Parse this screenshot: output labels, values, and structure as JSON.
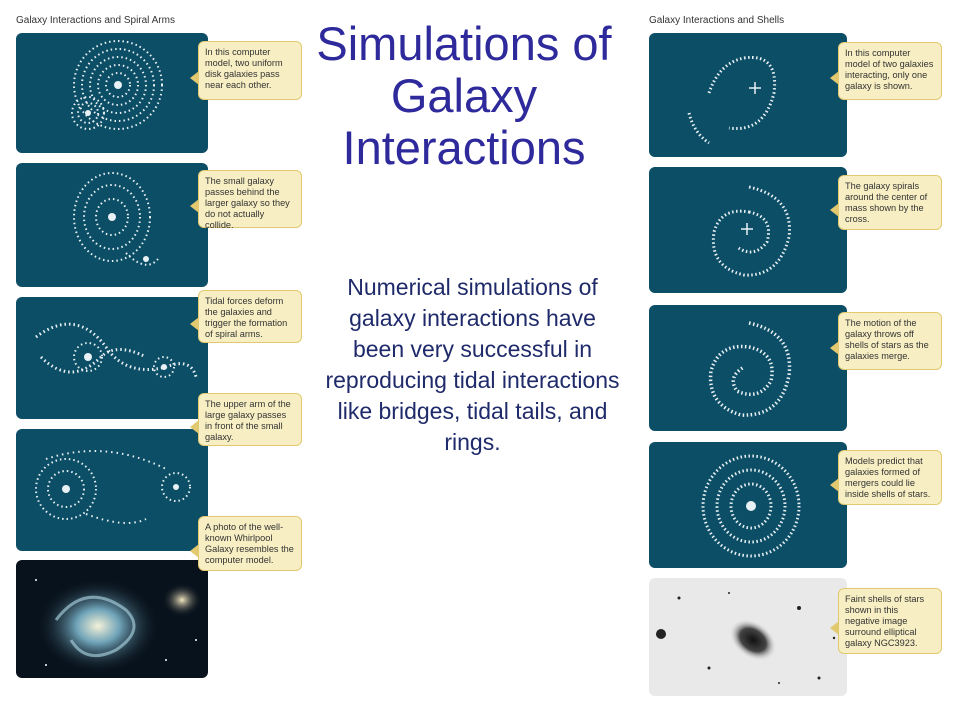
{
  "main_title": "Simulations of Galaxy Interactions",
  "body_text": "Numerical simulations of galaxy interactions have been very successful in reproducing tidal interactions like bridges, tidal tails, and rings.",
  "left_figure": {
    "title": "Galaxy Interactions and Spiral Arms",
    "captions": [
      "In this computer model, two uniform disk galaxies pass near each other.",
      "The small galaxy passes behind the larger galaxy so they do not actually collide.",
      "Tidal forces deform the galaxies and trigger the formation of spiral arms.",
      "The upper arm of the large galaxy passes in front of the small galaxy.",
      "A photo of the well-known Whirlpool Galaxy resembles the computer model."
    ]
  },
  "right_figure": {
    "title": "Galaxy Interactions and Shells",
    "captions": [
      "In this computer model of two galaxies interacting, only one galaxy is shown.",
      "The galaxy spirals around the center of mass shown by the cross.",
      "The motion of the galaxy throws off shells of stars as the galaxies merge.",
      "Models predict that galaxies formed of mergers could lie inside shells of stars.",
      "Faint shells of stars shown in this negative image surround elliptical galaxy NGC3923."
    ]
  },
  "colors": {
    "panel": "#0d4e67",
    "caption_bg": "#f7efc3",
    "title": "#2e2a9c",
    "body": "#1f2a6a"
  }
}
